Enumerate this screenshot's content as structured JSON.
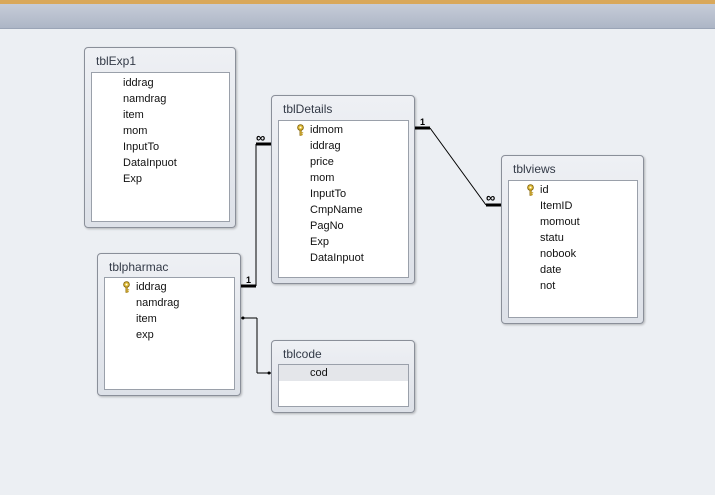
{
  "tables": {
    "tblExp1": {
      "title": "tblExp1",
      "fields": [
        "iddrag",
        "namdrag",
        "item",
        "mom",
        "InputTo",
        "DataInpuot",
        "Exp"
      ]
    },
    "tblDetails": {
      "title": "tblDetails",
      "fields": [
        "idmom",
        "iddrag",
        "price",
        "mom",
        "InputTo",
        "CmpName",
        "PagNo",
        "Exp",
        "DataInpuot"
      ],
      "primary_key": "idmom"
    },
    "tblviews": {
      "title": "tblviews",
      "fields": [
        "id",
        "ItemID",
        "momout",
        "statu",
        "nobook",
        "date",
        "not"
      ],
      "primary_key": "id"
    },
    "tblpharmac": {
      "title": "tblpharmac",
      "fields": [
        "iddrag",
        "namdrag",
        "item",
        "exp"
      ],
      "primary_key": "iddrag"
    },
    "tblcode": {
      "title": "tblcode",
      "fields": [
        "cod"
      ]
    }
  },
  "relationships": {
    "pharmac_details": {
      "one_label": "1",
      "many_label": "∞"
    },
    "details_views": {
      "one_label": "1",
      "many_label": "∞"
    }
  },
  "colors": {
    "accent_strip": "#d9a85a",
    "header_bar": "#adb6c6",
    "canvas": "#eceff3",
    "line": "#000000"
  },
  "icons": {
    "primary_key": "key-icon"
  }
}
